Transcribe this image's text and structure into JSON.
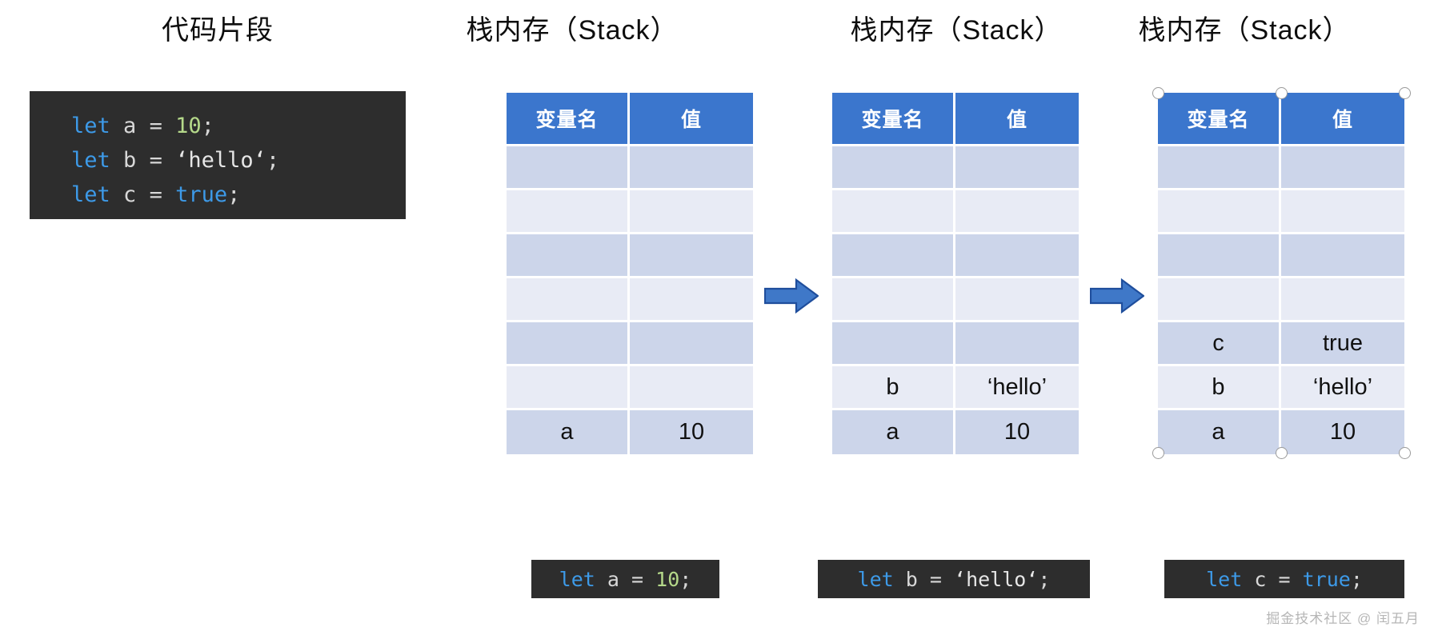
{
  "columns": [
    {
      "title": "代码片段"
    },
    {
      "title": "栈内存（Stack）"
    },
    {
      "title": "栈内存（Stack）"
    },
    {
      "title": "栈内存（Stack）"
    }
  ],
  "code_snippet": {
    "lines": [
      {
        "kw": "let",
        "name": "a",
        "eq": "=",
        "value": "10",
        "value_type": "number",
        "end": ";"
      },
      {
        "kw": "let",
        "name": "b",
        "eq": "=",
        "value": "‘hello‘",
        "value_type": "string",
        "end": ";"
      },
      {
        "kw": "let",
        "name": "c",
        "eq": "=",
        "value": "true",
        "value_type": "keyword",
        "end": ";"
      }
    ]
  },
  "table_headers": {
    "name": "变量名",
    "value": "值"
  },
  "stacks": [
    {
      "id": "stack-1",
      "selected": false,
      "rows": [
        {
          "name": "",
          "value": ""
        },
        {
          "name": "",
          "value": ""
        },
        {
          "name": "",
          "value": ""
        },
        {
          "name": "",
          "value": ""
        },
        {
          "name": "",
          "value": ""
        },
        {
          "name": "",
          "value": ""
        },
        {
          "name": "a",
          "value": "10"
        }
      ],
      "caption": {
        "kw": "let",
        "name": "a",
        "eq": "=",
        "value": "10",
        "value_type": "number",
        "end": ";"
      }
    },
    {
      "id": "stack-2",
      "selected": false,
      "rows": [
        {
          "name": "",
          "value": ""
        },
        {
          "name": "",
          "value": ""
        },
        {
          "name": "",
          "value": ""
        },
        {
          "name": "",
          "value": ""
        },
        {
          "name": "",
          "value": ""
        },
        {
          "name": "b",
          "value": "‘hello’"
        },
        {
          "name": "a",
          "value": "10"
        }
      ],
      "caption": {
        "kw": "let",
        "name": "b",
        "eq": "=",
        "value": "‘hello‘",
        "value_type": "string",
        "end": ";"
      }
    },
    {
      "id": "stack-3",
      "selected": true,
      "rows": [
        {
          "name": "",
          "value": ""
        },
        {
          "name": "",
          "value": ""
        },
        {
          "name": "",
          "value": ""
        },
        {
          "name": "",
          "value": ""
        },
        {
          "name": "c",
          "value": "true"
        },
        {
          "name": "b",
          "value": "‘hello’"
        },
        {
          "name": "a",
          "value": "10"
        }
      ],
      "caption": {
        "kw": "let",
        "name": "c",
        "eq": "=",
        "value": "true",
        "value_type": "keyword",
        "end": ";"
      }
    }
  ],
  "arrows": [
    {
      "direction": "right"
    },
    {
      "direction": "right"
    }
  ],
  "watermark": "掘金技术社区 @ 闰五月",
  "colors": {
    "header_blue": "#3b76cd",
    "row_band_dark": "#ccd5ea",
    "row_band_light": "#e8ebf5",
    "code_bg": "#2d2d2d",
    "code_keyword": "#3d9ae8",
    "code_number": "#b5d98a",
    "code_plain": "#d8d8d8",
    "arrow_fill": "#3f78c8",
    "arrow_stroke": "#1f4e9c",
    "handle_stroke": "#9a9a9a",
    "watermark": "#b6b6b6"
  }
}
